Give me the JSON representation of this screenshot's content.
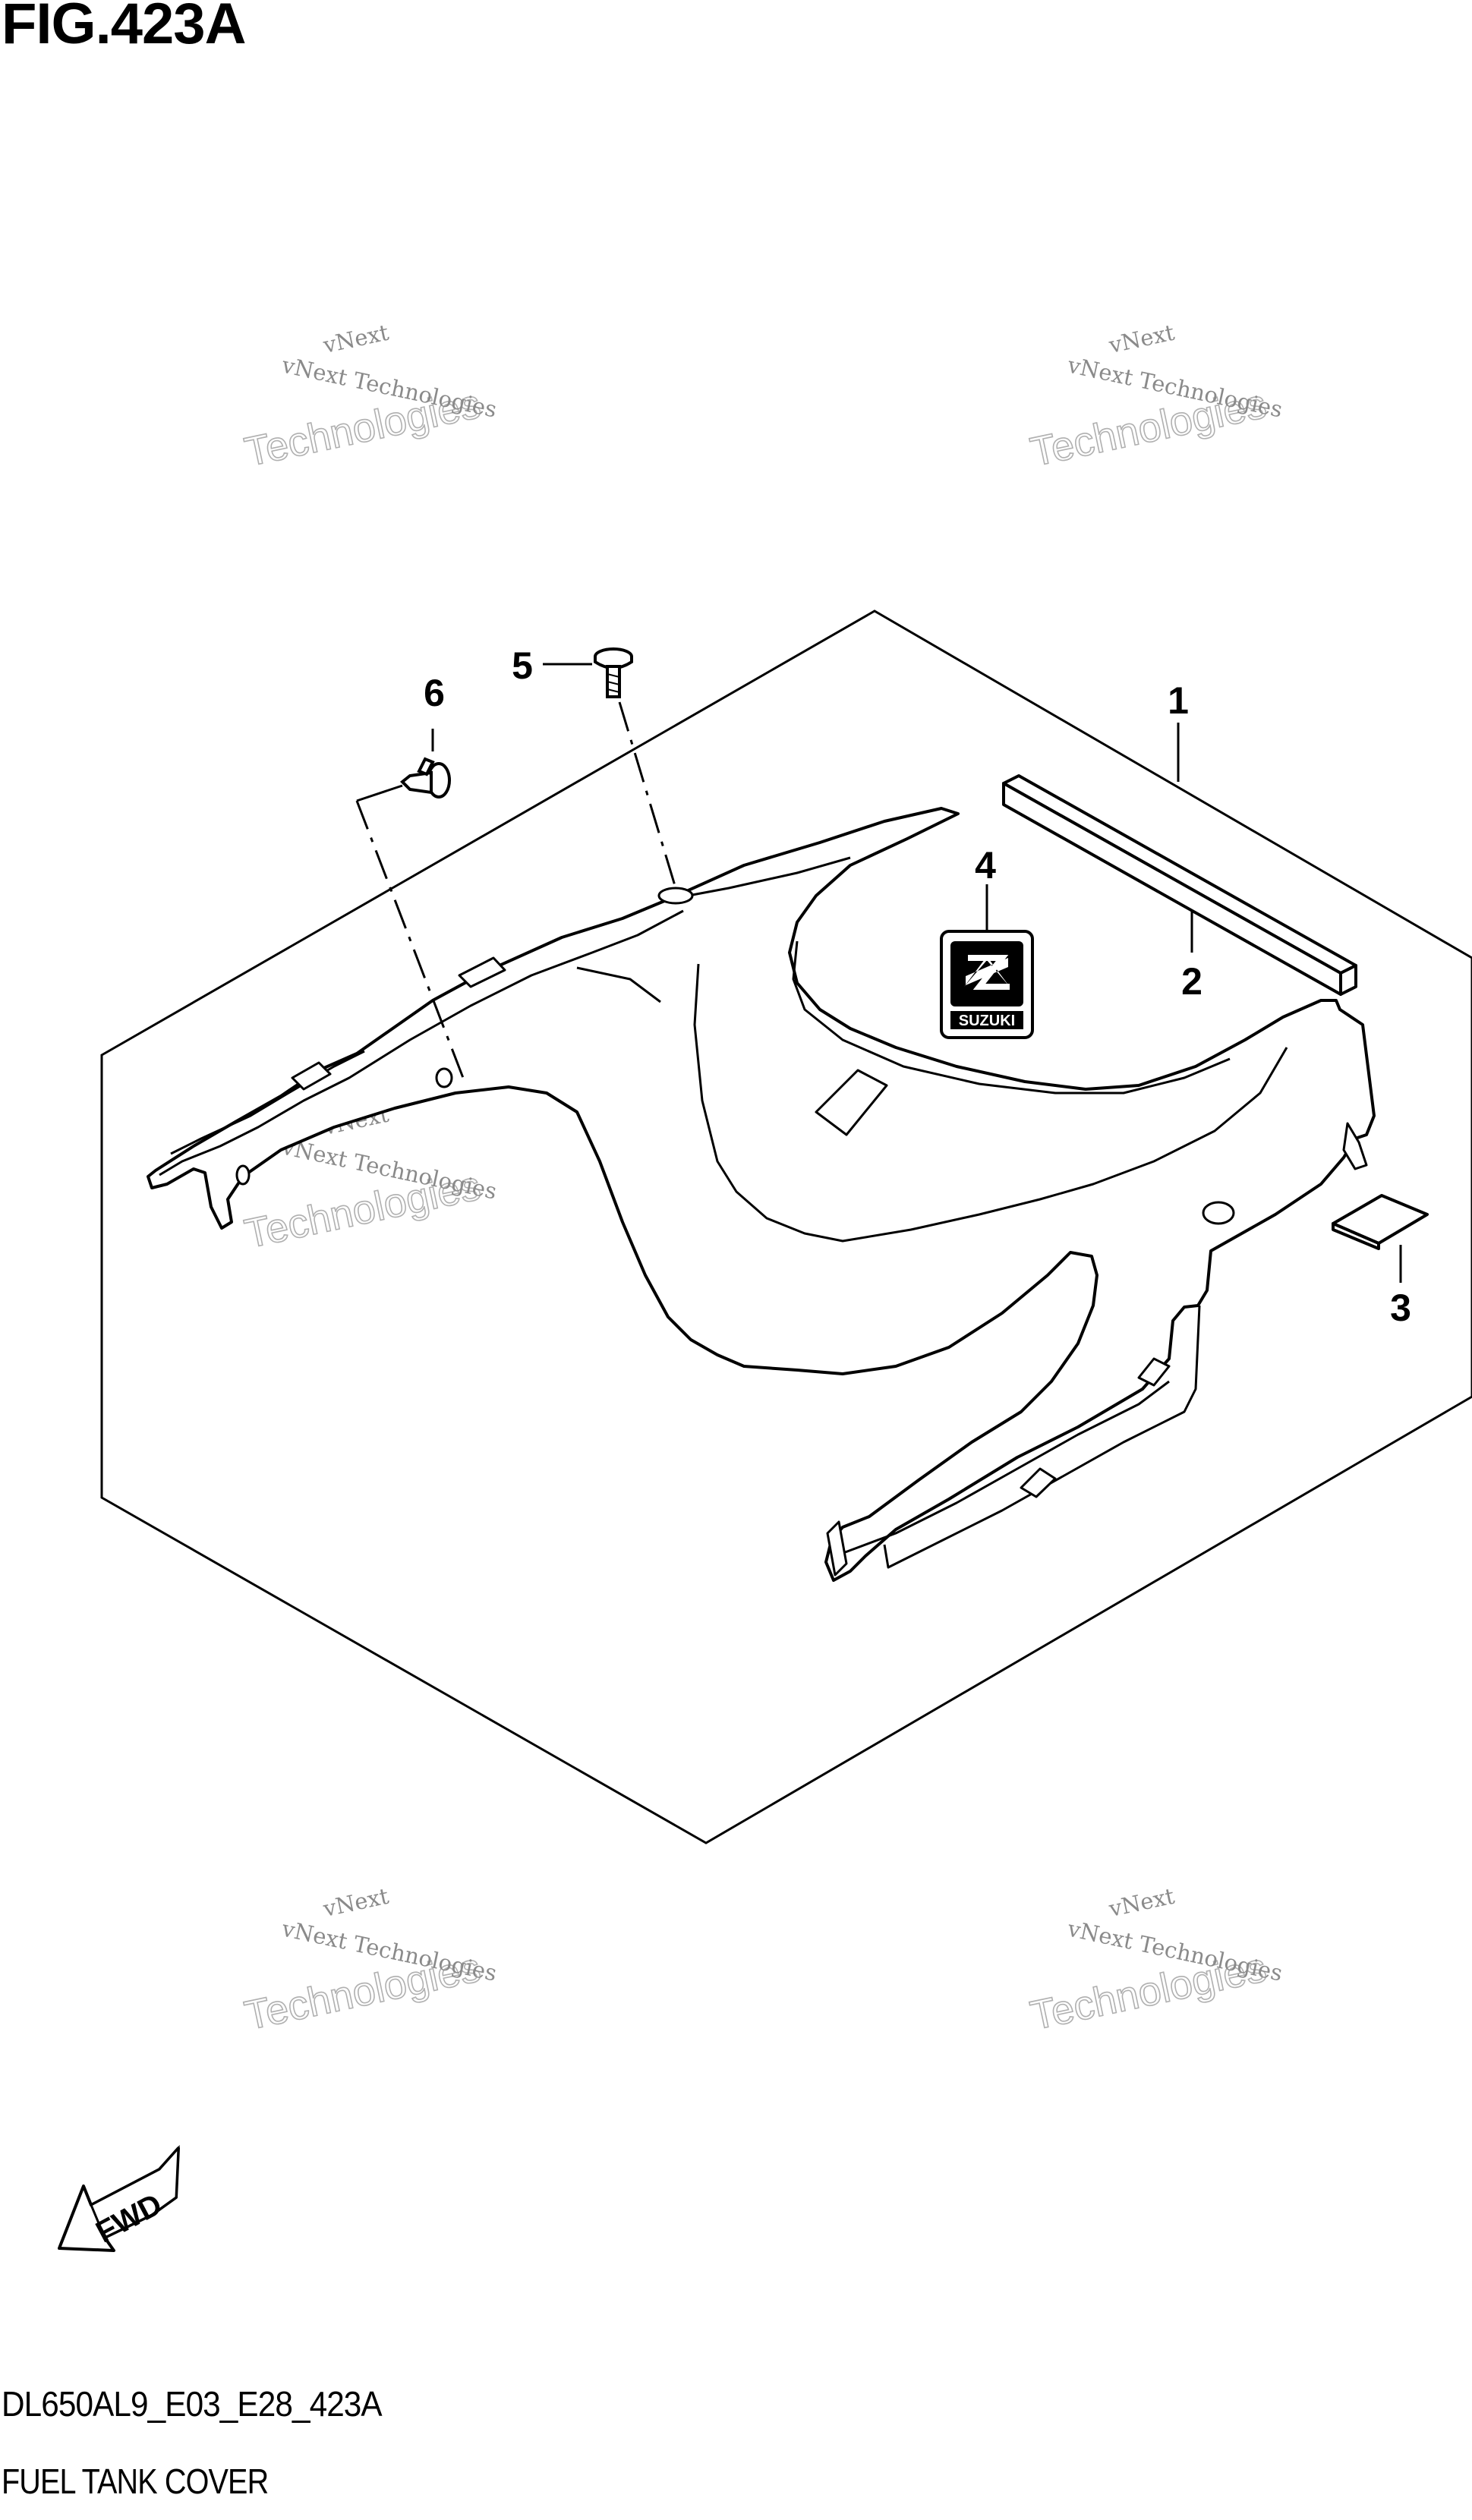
{
  "figure": {
    "title": "FIG.423A",
    "code": "DL650AL9_E03_E28_423A",
    "name": "FUEL TANK COVER"
  },
  "callouts": [
    "1",
    "2",
    "3",
    "4",
    "5",
    "6"
  ],
  "watermark": {
    "line1": "vNext",
    "line2": "vNext Technologies",
    "line3": "Technologies"
  },
  "fwd_arrow": {
    "label": "FWD"
  },
  "emblem": {
    "brand": "SUZUKI"
  },
  "colors": {
    "ink": "#000000",
    "background": "#ffffff",
    "watermark": "#8a8a8a"
  }
}
